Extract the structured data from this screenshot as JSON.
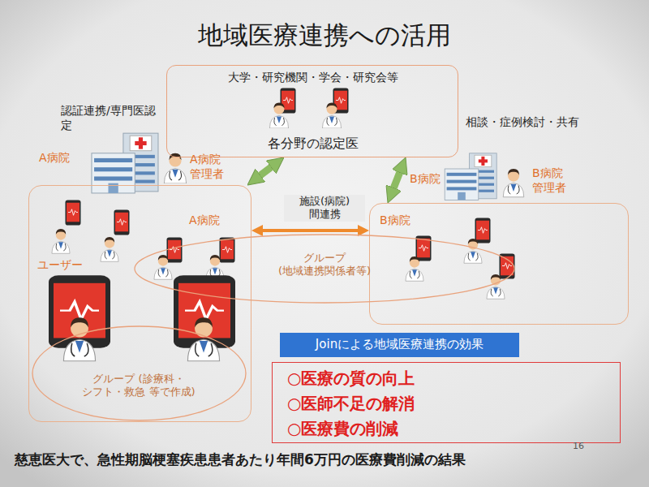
{
  "diagram": {
    "title": "地域医療連携への活用",
    "caption": "慈恵医大で、急性期脳梗塞疾患患者あたり年間6万円の医療費削減の結果",
    "nodes": [
      {
        "text": [
          "大学・研究機関・学会・研究会等",
          "各分野の認定医"
        ]
      },
      {
        "text": [
          "A病院"
        ]
      },
      {
        "text": [
          "グループ (診療科・シフト・救急 等で作成)"
        ],
        "in": 1
      },
      {
        "text": [
          "B病院"
        ]
      },
      {
        "text": [
          "グループ (地域連携関係者等)"
        ]
      },
      {
        "text": [
          "Joinによる地域医療連携の効果"
        ]
      },
      {
        "text": [
          "○医療の質の向上",
          "○医師不足の解消",
          "○医療費の削減"
        ]
      }
    ],
    "edges": [
      {
        "from": 1,
        "to": 0,
        "label": "認証連携/専門医認定",
        "arrow": "both"
      },
      {
        "from": 0,
        "to": 3,
        "label": "相談・症例検討・共有",
        "arrow": "both"
      },
      {
        "from": 1,
        "to": 3,
        "label": "施設(病院) 間連携",
        "arrow": "both"
      }
    ],
    "labels": [
      "A病院",
      "A病院 管理者",
      "ユーザー",
      "B病院",
      "B病院 管理者",
      "16"
    ]
  }
}
